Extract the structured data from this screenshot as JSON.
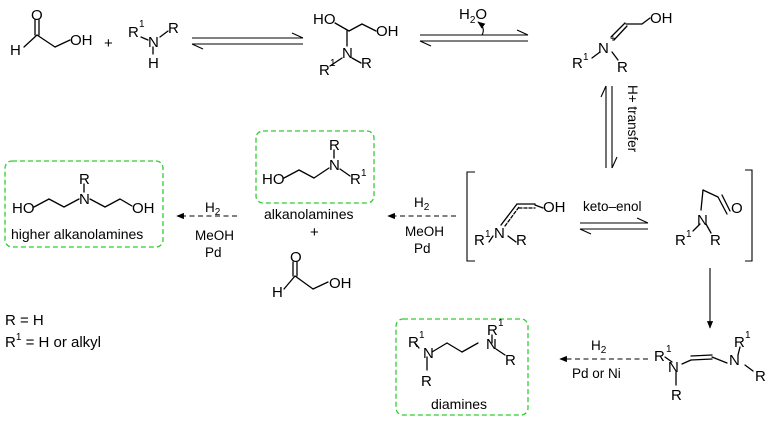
{
  "atoms": {
    "O": "O",
    "OH": "OH",
    "H": "H",
    "R": "R",
    "N": "N",
    "one": "1",
    "plus_charge": "+",
    "h2o_h": "H",
    "h2o_2": "2",
    "h2o_o": "O"
  },
  "signs": {
    "plus": "+"
  },
  "arrows": {
    "h_plus_transfer": "H+ transfer",
    "keto_enol": "keto–enol"
  },
  "conditions": {
    "h2_h": "H",
    "h2_2": "2",
    "meoh": "MeOH",
    "pd": "Pd",
    "pd_or_ni": "Pd or Ni"
  },
  "captions": {
    "higher_alkanolamines": "higher alkanolamines",
    "alkanolamines": "alkanolamines",
    "diamines": "diamines"
  },
  "legend": {
    "r_line": "R = H",
    "r1_prefix": "R",
    "r1_sup": "1",
    "r1_rest": " = H or alkyl"
  },
  "colors": {
    "highlight_box": "#33cc33",
    "ink": "#000000"
  }
}
